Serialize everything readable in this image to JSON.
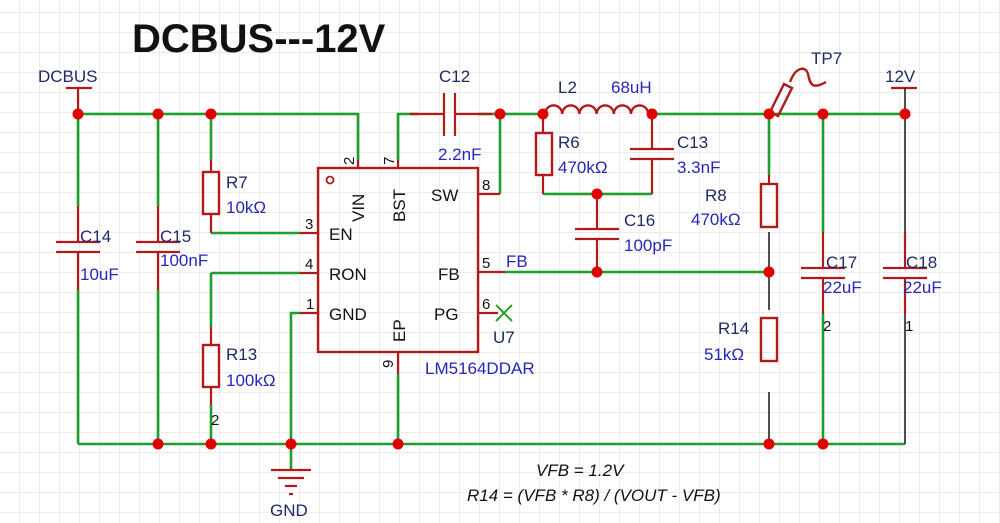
{
  "title": "DCBUS---12V",
  "nets": {
    "input": "DCBUS",
    "output": "12V",
    "ground": "GND",
    "feedback": "FB",
    "testpoint": "TP7"
  },
  "ic": {
    "ref": "U7",
    "part": "LM5164DDAR",
    "pins": {
      "vin": {
        "name": "VIN",
        "num": "2"
      },
      "bst": {
        "name": "BST",
        "num": "7"
      },
      "sw": {
        "name": "SW",
        "num": "8"
      },
      "en": {
        "name": "EN",
        "num": "3"
      },
      "ron": {
        "name": "RON",
        "num": "4"
      },
      "gnd": {
        "name": "GND",
        "num": "1"
      },
      "fb": {
        "name": "FB",
        "num": "5"
      },
      "pg": {
        "name": "PG",
        "num": "6"
      },
      "ep": {
        "name": "EP",
        "num": "9"
      }
    }
  },
  "components": {
    "c12": {
      "ref": "C12",
      "value": "2.2nF"
    },
    "l2": {
      "ref": "L2",
      "value": "68uH"
    },
    "r6": {
      "ref": "R6",
      "value": "470kΩ"
    },
    "c13": {
      "ref": "C13",
      "value": "3.3nF"
    },
    "c16": {
      "ref": "C16",
      "value": "100pF"
    },
    "r8": {
      "ref": "R8",
      "value": "470kΩ"
    },
    "r14": {
      "ref": "R14",
      "value": "51kΩ"
    },
    "c17": {
      "ref": "C17",
      "value": "22uF",
      "pin": "2"
    },
    "c18": {
      "ref": "C18",
      "value": "22uF",
      "pin": "1"
    },
    "r7": {
      "ref": "R7",
      "value": "10kΩ"
    },
    "r13": {
      "ref": "R13",
      "value": "100kΩ",
      "pin": "2"
    },
    "c14": {
      "ref": "C14",
      "value": "10uF"
    },
    "c15": {
      "ref": "C15",
      "value": "100nF"
    }
  },
  "notes": {
    "line1": "VFB = 1.2V",
    "line2": "R14 = (VFB * R8) / (VOUT - VFB)"
  }
}
